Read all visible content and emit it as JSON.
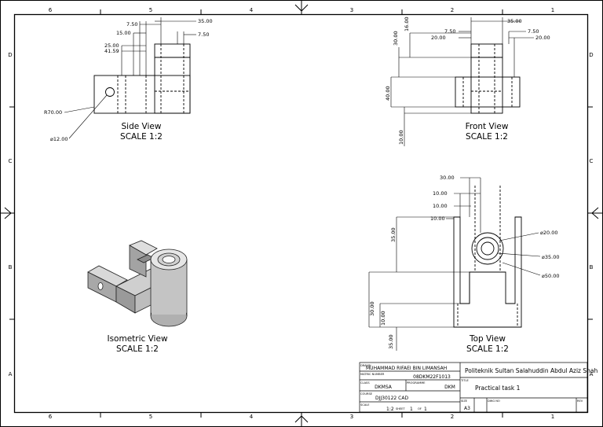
{
  "zones": {
    "columns": [
      "6",
      "5",
      "4",
      "3",
      "2",
      "1"
    ],
    "rows": [
      "D",
      "C",
      "B",
      "A"
    ]
  },
  "views": {
    "side": {
      "title": "Side View",
      "scale": "SCALE 1:2"
    },
    "front": {
      "title": "Front View",
      "scale": "SCALE 1:2"
    },
    "iso": {
      "title": "Isometric View",
      "scale": "SCALE 1:2"
    },
    "top": {
      "title": "Top View",
      "scale": "SCALE 1:2"
    }
  },
  "dimensions": {
    "side": [
      "7.50",
      "35.00",
      "15.00",
      "7.50",
      "25.00",
      "41.59",
      "R70.00",
      "⌀12.00"
    ],
    "front": [
      "35.00",
      "16.00",
      "7.50",
      "7.50",
      "30.00",
      "20.00",
      "20.00",
      "40.00",
      "10.00"
    ],
    "top": [
      "30.00",
      "10.00",
      "10.00",
      "10.00",
      "35.00",
      "⌀20.00",
      "⌀35.00",
      "⌀50.00",
      "30.00",
      "10.00",
      "35.00"
    ]
  },
  "title_block": {
    "drawn_label": "DRAWN",
    "drawn_by": "MUHAMMAD RIFAEI BIN LIMANSAH",
    "matric_label": "MATRIC NUMBER",
    "matric": "08DKM22F1013",
    "class_label": "CLASS",
    "class": "DKMSA",
    "programme_label": "PROGRAMME",
    "programme": "DKM",
    "course_label": "COURSE",
    "course": "DJJ30122 CAD",
    "scale_label": "SCALE",
    "scale": "1:2",
    "sheet_label": "SHEET",
    "sheet": "1",
    "of_label": "OF",
    "of": "1",
    "institution": "Politeknik Sultan Salahuddin Abdul Aziz Shah",
    "title_label": "TITLE",
    "title": "Practical task 1",
    "size_label": "SIZE",
    "size": "A3",
    "dwg_label": "DWG NO",
    "rev_label": "REV"
  }
}
